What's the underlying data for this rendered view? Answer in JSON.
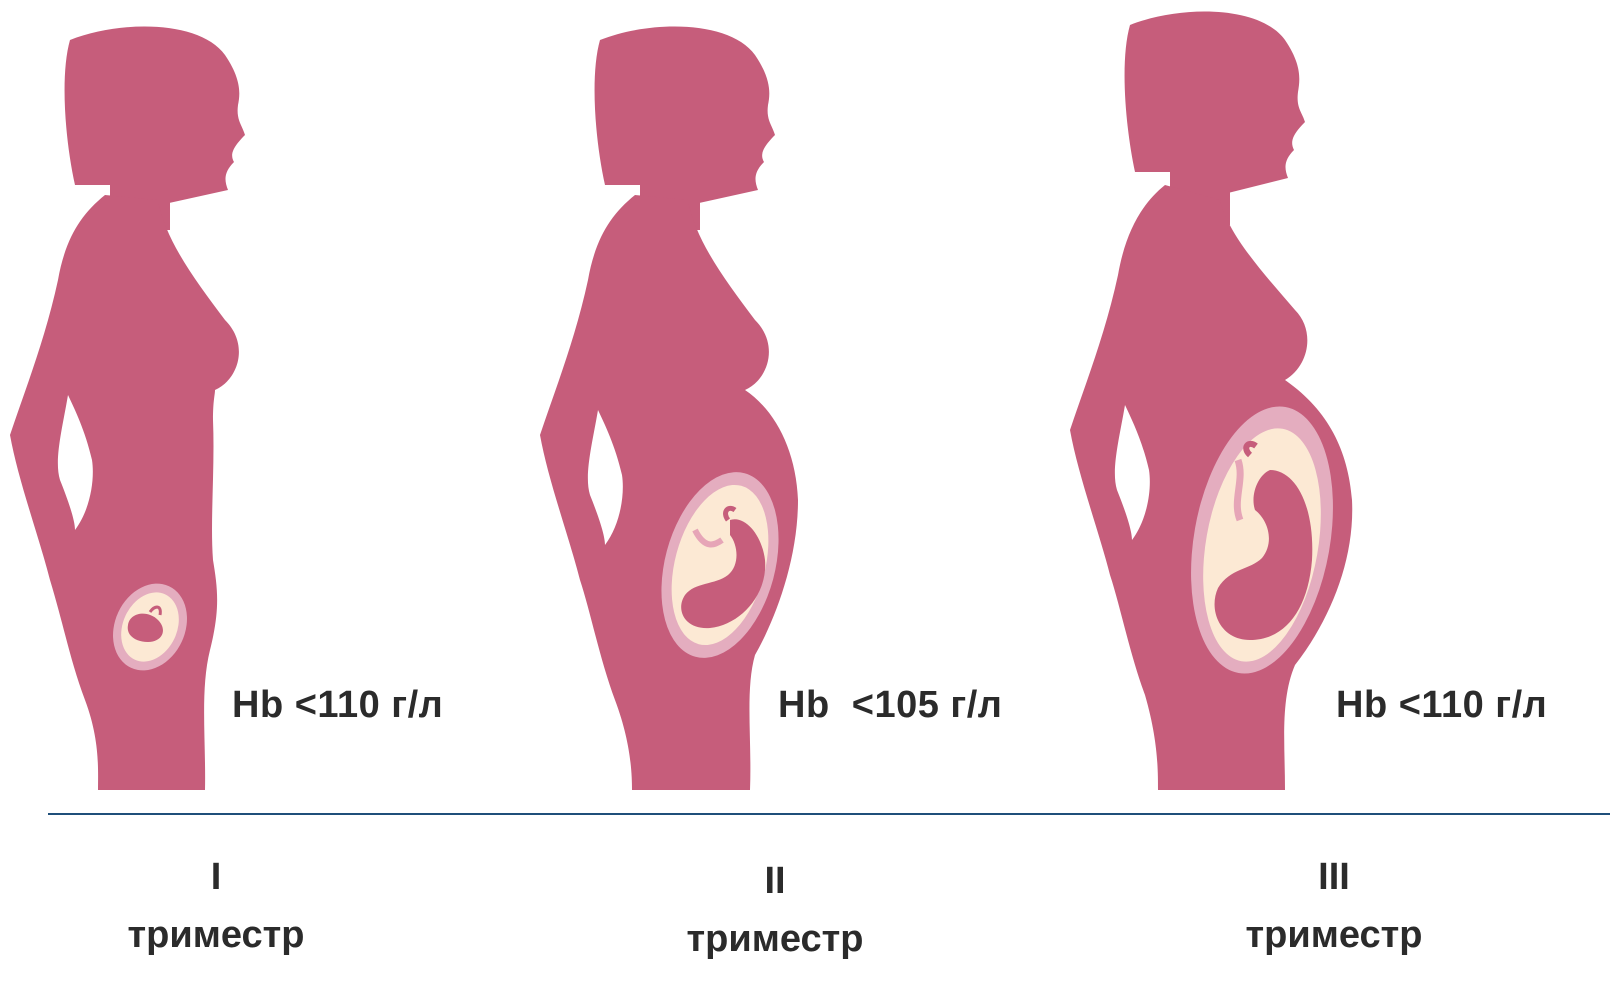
{
  "colors": {
    "silhouette": "#c65d7b",
    "uterus_outer": "#e4adbf",
    "amniotic": "#fce9d4",
    "cord": "#e6a5b7",
    "baseline": "#1f4f7a",
    "text": "#2b2b2b"
  },
  "stages": [
    {
      "trimester_numeral": "I",
      "trimester_word": "триместр",
      "hb_text": "Hb <110 г/л"
    },
    {
      "trimester_numeral": "II",
      "trimester_word": "триместр",
      "hb_text": "Hb  <105 г/л"
    },
    {
      "trimester_numeral": "III",
      "trimester_word": "триместр",
      "hb_text": "Hb <110 г/л"
    }
  ]
}
